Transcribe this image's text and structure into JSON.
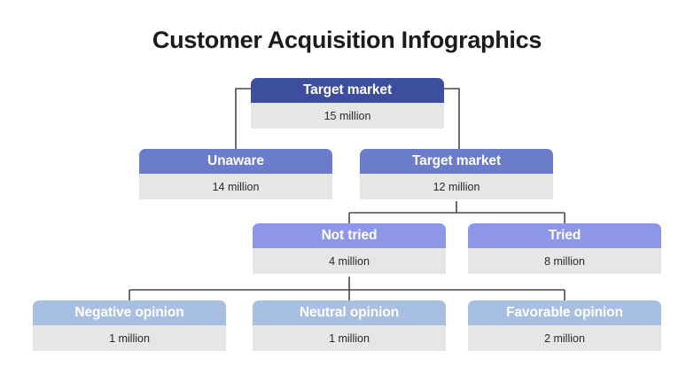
{
  "title": "Customer Acquisition Infographics",
  "colors": {
    "level1": "#3e4e9e",
    "level2": "#6b7ccb",
    "level3": "#8e96e8",
    "level4": "#a8bfe4",
    "value_strip": "#e6e6e6",
    "connector": "#4a4a4a",
    "background": "#ffffff",
    "title_text": "#1b1b1b"
  },
  "nodes": {
    "root": {
      "label": "Target market",
      "value": "15 million"
    },
    "unaware": {
      "label": "Unaware",
      "value": "14 million"
    },
    "target_market_2": {
      "label": "Target market",
      "value": "12 million"
    },
    "not_tried": {
      "label": "Not tried",
      "value": "4 million"
    },
    "tried": {
      "label": "Tried",
      "value": "8 million"
    },
    "negative": {
      "label": "Negative opinion",
      "value": "1 million"
    },
    "neutral": {
      "label": "Neutral opinion",
      "value": "1 million"
    },
    "favorable": {
      "label": "Favorable opinion",
      "value": "2 million"
    }
  },
  "chart_data": {
    "type": "diagram",
    "title": "Customer Acquisition Infographics",
    "diagram_kind": "hierarchy-tree",
    "levels": 4,
    "unit": "million",
    "nodes": [
      {
        "id": "root",
        "label": "Target market",
        "value": 15,
        "value_text": "15 million",
        "level": 1,
        "parent": null
      },
      {
        "id": "unaware",
        "label": "Unaware",
        "value": 14,
        "value_text": "14 million",
        "level": 2,
        "parent": "root"
      },
      {
        "id": "target_market_2",
        "label": "Target market",
        "value": 12,
        "value_text": "12 million",
        "level": 2,
        "parent": "root"
      },
      {
        "id": "not_tried",
        "label": "Not tried",
        "value": 4,
        "value_text": "4 million",
        "level": 3,
        "parent": "target_market_2"
      },
      {
        "id": "tried",
        "label": "Tried",
        "value": 8,
        "value_text": "8 million",
        "level": 3,
        "parent": "target_market_2"
      },
      {
        "id": "negative",
        "label": "Negative opinion",
        "value": 1,
        "value_text": "1 million",
        "level": 4,
        "parent": "not_tried"
      },
      {
        "id": "neutral",
        "label": "Neutral opinion",
        "value": 1,
        "value_text": "1 million",
        "level": 4,
        "parent": "not_tried"
      },
      {
        "id": "favorable",
        "label": "Favorable opinion",
        "value": 2,
        "value_text": "2 million",
        "level": 4,
        "parent": "not_tried"
      }
    ],
    "edges": [
      {
        "from": "root",
        "to": "unaware"
      },
      {
        "from": "root",
        "to": "target_market_2"
      },
      {
        "from": "target_market_2",
        "to": "not_tried"
      },
      {
        "from": "target_market_2",
        "to": "tried"
      },
      {
        "from": "not_tried",
        "to": "negative"
      },
      {
        "from": "not_tried",
        "to": "neutral"
      },
      {
        "from": "not_tried",
        "to": "favorable"
      }
    ]
  }
}
